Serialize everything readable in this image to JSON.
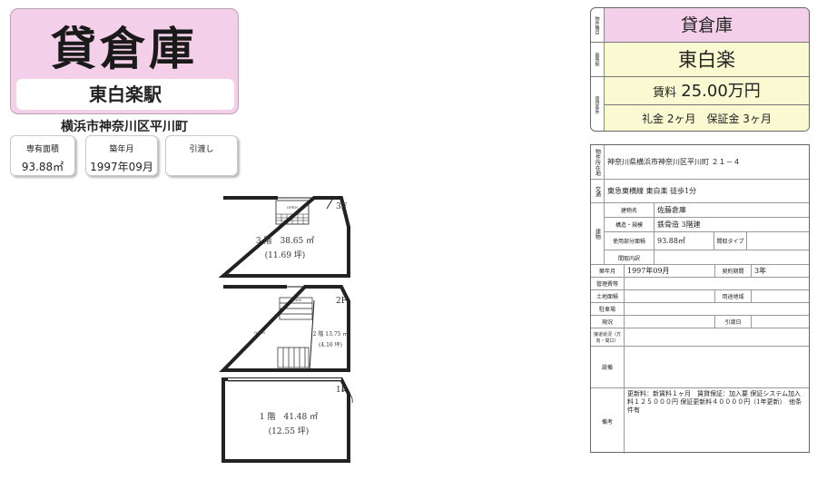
{
  "title": {
    "main": "貸倉庫",
    "station": "東白楽駅",
    "address": "横浜市神奈川区平川町"
  },
  "info": [
    {
      "label": "専有面積",
      "value": "93.88㎡"
    },
    {
      "label": "築年月",
      "value": "1997年09月"
    },
    {
      "label": "引渡し",
      "value": ""
    }
  ],
  "floorplan": {
    "f3": {
      "name": "3F",
      "area": "3 階　38.65 ㎡",
      "tsubo": "(11.69 坪)",
      "open": "OPEN"
    },
    "f2": {
      "name": "2F",
      "area": "2 階 13.75 ㎡",
      "tsubo": "(4.16 坪)",
      "open": "OPEN",
      "open2": "OPEN"
    },
    "f1": {
      "name": "1F",
      "area": "1 階　41.48 ㎡",
      "tsubo": "(12.55 坪)"
    }
  },
  "summary": {
    "side_type": "物件種目",
    "type": "貸倉庫",
    "side_station": "最寄駅",
    "station": "東白楽",
    "side_terms": "賃貸条件",
    "rent_label": "賃料",
    "rent_value": "25.00万円",
    "deposit": "礼金 2ヶ月　保証金 3ヶ月"
  },
  "detail": {
    "location_label": "物件所在地",
    "location": "神奈川県横浜市神奈川区平川町 ２１－４",
    "traffic_label": "交通",
    "traffic": "東急東横線 東白楽 徒歩1分",
    "building_label": "建物",
    "name_label": "建物名",
    "name": "佐藤倉庫",
    "structure_label": "構造・規模",
    "structure": "鉄骨造 3階建",
    "area_label": "使用部分面積",
    "area": "93.88㎡",
    "layout_type_label": "間取タイプ",
    "layout_detail_label": "間取内訳",
    "built_label": "築年月",
    "built": "1997年09月",
    "contract_label": "契約期間",
    "contract": "3年",
    "mgmt_label": "管理費等",
    "land_label": "土地面積",
    "zoning_label": "用途地域",
    "parking_label": "駐車場",
    "status_label": "現況",
    "handover_label": "引渡日",
    "surroundings_label": "接道状況（方向・間口）",
    "equipment_label": "設備",
    "remarks_label": "備考",
    "remarks": "更新料：新賃料１ヶ月　賃貸保証：加入要 保証システム加入料１２５０００円 保証更新料４００００円（1年更新）　他条件有"
  }
}
